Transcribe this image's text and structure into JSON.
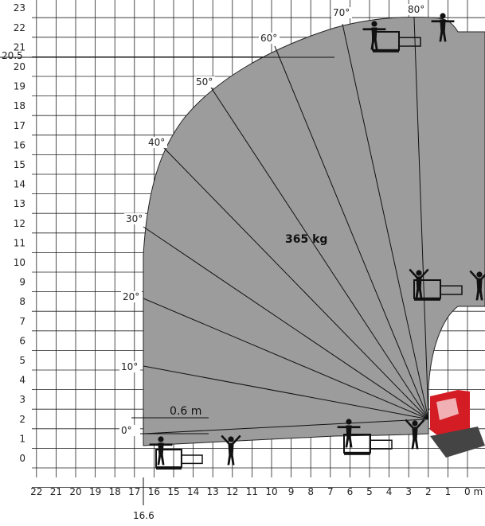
{
  "chart_data": {
    "type": "load-chart",
    "load_label": "365 kg",
    "x_unit": "m",
    "x_ticks": [
      "22",
      "21",
      "20",
      "19",
      "18",
      "17",
      "16",
      "15",
      "14",
      "13",
      "12",
      "11",
      "10",
      "9",
      "8",
      "7",
      "6",
      "5",
      "4",
      "3",
      "2",
      "1",
      "0 m"
    ],
    "y_ticks": [
      "0",
      "1",
      "2",
      "3",
      "4",
      "5",
      "6",
      "7",
      "8",
      "9",
      "10",
      "11",
      "12",
      "13",
      "14",
      "15",
      "16",
      "17",
      "18",
      "19",
      "20",
      "21",
      "22",
      "23"
    ],
    "max_height_marker": "20.5",
    "max_reach_marker": "16.6",
    "outrigger_offset_label": "0.6 m",
    "boom_angles": [
      "0°",
      "10°",
      "20°",
      "30°",
      "40°",
      "50°",
      "60°",
      "70°",
      "80°"
    ],
    "colors": {
      "envelope": "#9c9c9c",
      "grid": "#222222",
      "machine_red": "#d41c24"
    },
    "icons": [
      "operator-figure-icon",
      "work-platform-icon",
      "telehandler-cab-icon"
    ]
  }
}
